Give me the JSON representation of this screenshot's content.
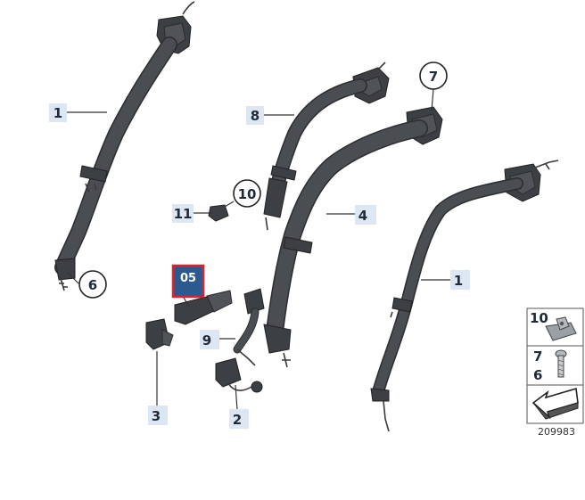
{
  "callouts": {
    "c1_left": "1",
    "c8": "8",
    "c11": "11",
    "c10": "10",
    "c6_circle": "6",
    "c7_circle": "7",
    "c4": "4",
    "c1_right": "1",
    "c9": "9",
    "c3": "3",
    "c2": "2"
  },
  "highlight": {
    "label": "05"
  },
  "legend": {
    "item_10": "10",
    "item_7": "7",
    "item_6": "6"
  },
  "diagram_number": "209983"
}
